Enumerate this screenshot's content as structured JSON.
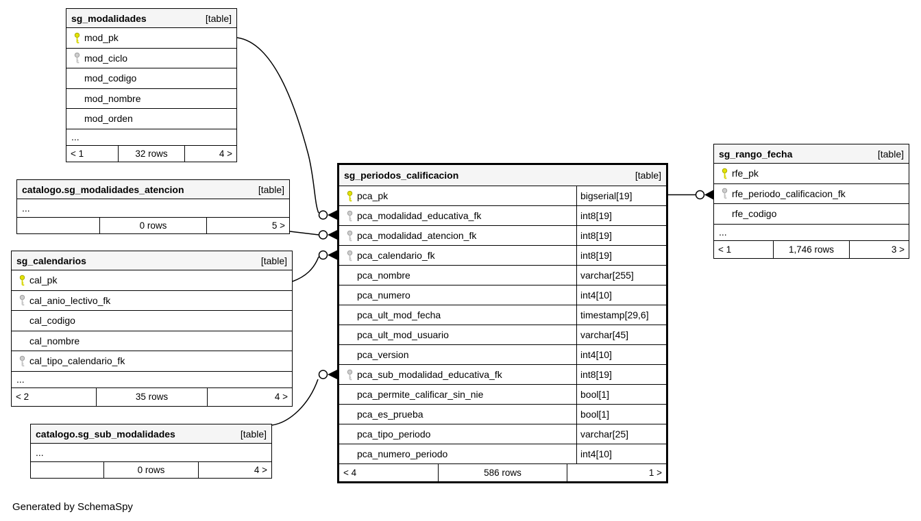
{
  "page": {
    "footer_note": "Generated by SchemaSpy"
  },
  "colors": {
    "primary_key_icon": "#e3e300",
    "foreign_key_icon": "#cdcdcd",
    "table_header_bg": "#f5f5f5",
    "table_border": "#000000",
    "background": "#ffffff"
  },
  "tables": [
    {
      "name": "sg_modalidades",
      "badge": "[table]",
      "columns": [
        {
          "name": "mod_pk",
          "key": "primary"
        },
        {
          "name": "mod_ciclo",
          "key": "foreign"
        },
        {
          "name": "mod_codigo",
          "key": ""
        },
        {
          "name": "mod_nombre",
          "key": ""
        },
        {
          "name": "mod_orden",
          "key": ""
        }
      ],
      "ellipsis": "...",
      "footer": {
        "left": "< 1",
        "center": "32 rows",
        "right": "4 >"
      }
    },
    {
      "name": "catalogo.sg_modalidades_atencion",
      "badge": "[table]",
      "columns": [],
      "ellipsis": "...",
      "footer": {
        "left": "",
        "center": "0 rows",
        "right": "5 >"
      }
    },
    {
      "name": "sg_calendarios",
      "badge": "[table]",
      "columns": [
        {
          "name": "cal_pk",
          "key": "primary"
        },
        {
          "name": "cal_anio_lectivo_fk",
          "key": "foreign"
        },
        {
          "name": "cal_codigo",
          "key": ""
        },
        {
          "name": "cal_nombre",
          "key": ""
        },
        {
          "name": "cal_tipo_calendario_fk",
          "key": "foreign"
        }
      ],
      "ellipsis": "...",
      "footer": {
        "left": "< 2",
        "center": "35 rows",
        "right": "4 >"
      }
    },
    {
      "name": "catalogo.sg_sub_modalidades",
      "badge": "[table]",
      "columns": [],
      "ellipsis": "...",
      "footer": {
        "left": "",
        "center": "0 rows",
        "right": "4 >"
      }
    },
    {
      "name": "sg_periodos_calificacion",
      "badge": "[table]",
      "columns": [
        {
          "name": "pca_pk",
          "type": "bigserial[19]",
          "key": "primary"
        },
        {
          "name": "pca_modalidad_educativa_fk",
          "type": "int8[19]",
          "key": "foreign"
        },
        {
          "name": "pca_modalidad_atencion_fk",
          "type": "int8[19]",
          "key": "foreign"
        },
        {
          "name": "pca_calendario_fk",
          "type": "int8[19]",
          "key": "foreign"
        },
        {
          "name": "pca_nombre",
          "type": "varchar[255]",
          "key": ""
        },
        {
          "name": "pca_numero",
          "type": "int4[10]",
          "key": ""
        },
        {
          "name": "pca_ult_mod_fecha",
          "type": "timestamp[29,6]",
          "key": ""
        },
        {
          "name": "pca_ult_mod_usuario",
          "type": "varchar[45]",
          "key": ""
        },
        {
          "name": "pca_version",
          "type": "int4[10]",
          "key": ""
        },
        {
          "name": "pca_sub_modalidad_educativa_fk",
          "type": "int8[19]",
          "key": "foreign"
        },
        {
          "name": "pca_permite_calificar_sin_nie",
          "type": "bool[1]",
          "key": ""
        },
        {
          "name": "pca_es_prueba",
          "type": "bool[1]",
          "key": ""
        },
        {
          "name": "pca_tipo_periodo",
          "type": "varchar[25]",
          "key": ""
        },
        {
          "name": "pca_numero_periodo",
          "type": "int4[10]",
          "key": ""
        }
      ],
      "footer": {
        "left": "< 4",
        "center": "586 rows",
        "right": "1 >"
      }
    },
    {
      "name": "sg_rango_fecha",
      "badge": "[table]",
      "columns": [
        {
          "name": "rfe_pk",
          "key": "primary"
        },
        {
          "name": "rfe_periodo_calificacion_fk",
          "key": "foreign"
        },
        {
          "name": "rfe_codigo",
          "key": ""
        }
      ],
      "ellipsis": "...",
      "footer": {
        "left": "< 1",
        "center": "1,746 rows",
        "right": "3 >"
      }
    }
  ],
  "relationships": [
    {
      "from": "sg_modalidades.mod_pk",
      "to": "sg_periodos_calificacion.pca_modalidad_educativa_fk"
    },
    {
      "from": "catalogo.sg_modalidades_atencion",
      "to": "sg_periodos_calificacion.pca_modalidad_atencion_fk"
    },
    {
      "from": "sg_calendarios.cal_pk",
      "to": "sg_periodos_calificacion.pca_calendario_fk"
    },
    {
      "from": "catalogo.sg_sub_modalidades",
      "to": "sg_periodos_calificacion.pca_sub_modalidad_educativa_fk"
    },
    {
      "from": "sg_periodos_calificacion.pca_pk",
      "to": "sg_rango_fecha.rfe_periodo_calificacion_fk"
    }
  ]
}
